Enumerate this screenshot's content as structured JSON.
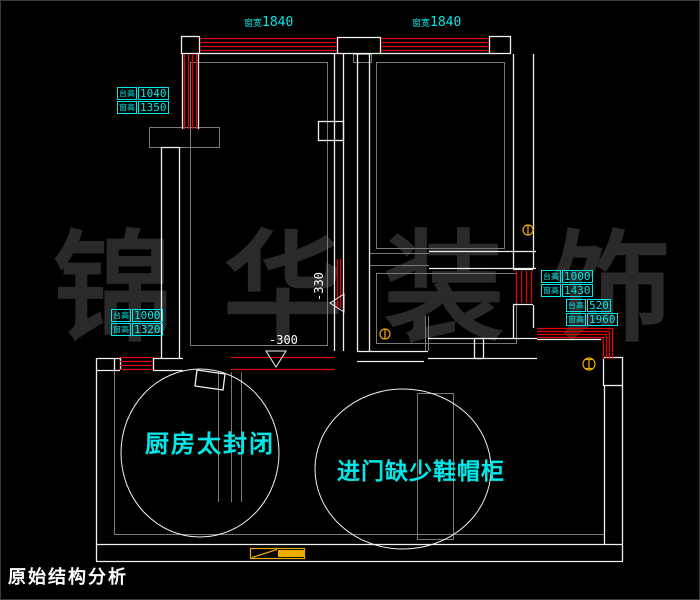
{
  "plan": {
    "bottom_title": "原始结构分析",
    "watermark_chars": [
      "锦",
      "华",
      "装",
      "饰"
    ],
    "comments": {
      "kitchen": "厨房太封闭",
      "entrance": "进门缺少鞋帽柜"
    },
    "window_annotations": {
      "north_left": {
        "label": "窗宽",
        "value": "1840"
      },
      "north_right": {
        "label": "窗宽",
        "value": "1840"
      },
      "west_upper": {
        "sill_label": "台高",
        "sill": "1040",
        "height_label": "窗高",
        "height": "1350"
      },
      "west_lower": {
        "sill_label": "台高",
        "sill": "1000",
        "height_label": "窗高",
        "height": "1320"
      },
      "east_mid": {
        "sill_label": "台高",
        "sill": "1000",
        "height_label": "窗高",
        "height": "1430"
      },
      "southeast_corner": {
        "sill_label": "台高",
        "sill": "520",
        "height_label": "窗高",
        "height": "1960"
      }
    },
    "elevation_marks": {
      "corridor": "-330",
      "entry": "-300"
    }
  },
  "colors": {
    "wall": "#f0f0f0",
    "inner": "#7a7a7a",
    "red": "#e60000",
    "cyan": "#00e8e8",
    "yellow": "#f0ad00",
    "watermark": "#2a2a2a",
    "bg": "#000000",
    "title": "#ffffff"
  }
}
